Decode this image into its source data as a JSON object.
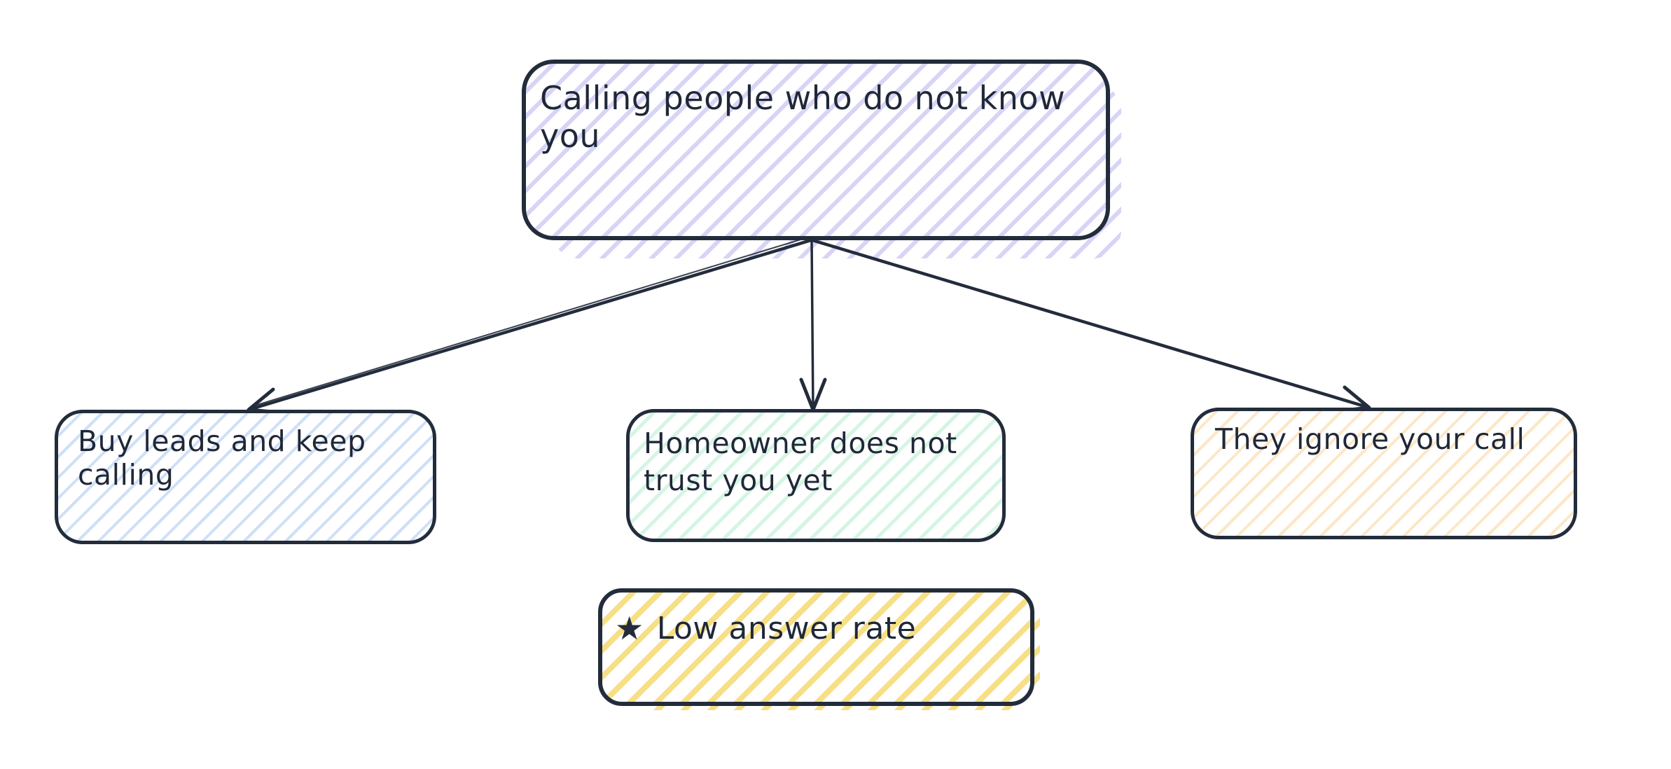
{
  "colors": {
    "background": "#ffffff",
    "stroke": "#232c3b",
    "text": "#1f2838",
    "hatch_purple": "#d8d4f6",
    "hatch_blue": "#cfdff7",
    "hatch_green": "#d5f5e3",
    "hatch_peach": "#fde7c8",
    "hatch_yellow": "#f7df86"
  },
  "nodes": {
    "root": {
      "label": "Calling people who do not know you"
    },
    "left": {
      "label": "Buy leads and keep calling"
    },
    "middle": {
      "line1": "Homeowner does not",
      "line2": "trust you yet"
    },
    "right": {
      "label": "They ignore your call"
    },
    "note": {
      "icon": "star-icon",
      "star_glyph": "★",
      "label": "Low answer rate"
    }
  },
  "edges": [
    {
      "from": "root",
      "to": "left"
    },
    {
      "from": "root",
      "to": "middle"
    },
    {
      "from": "root",
      "to": "right"
    }
  ]
}
